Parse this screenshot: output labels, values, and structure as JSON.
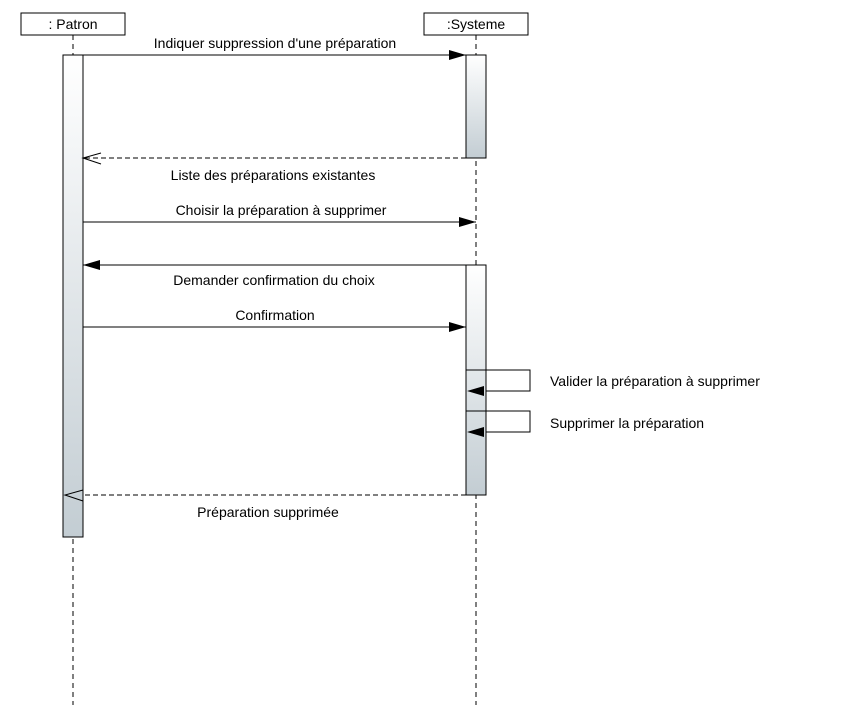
{
  "participants": {
    "patron": {
      "label": ": Patron"
    },
    "systeme": {
      "label": ":Systeme"
    }
  },
  "messages": {
    "m1": "Indiquer suppression d'une préparation",
    "m2": "Liste des préparations existantes",
    "m3": "Choisir la préparation à supprimer",
    "m4": "Demander confirmation du choix",
    "m5": "Confirmation",
    "m6": "Valider la préparation à supprimer",
    "m7": "Supprimer la préparation",
    "m8": "Préparation supprimée"
  },
  "message_kinds": {
    "m1": "synchronous",
    "m2": "return",
    "m3": "synchronous",
    "m4": "synchronous",
    "m5": "synchronous",
    "m6": "self",
    "m7": "self",
    "m8": "return"
  }
}
